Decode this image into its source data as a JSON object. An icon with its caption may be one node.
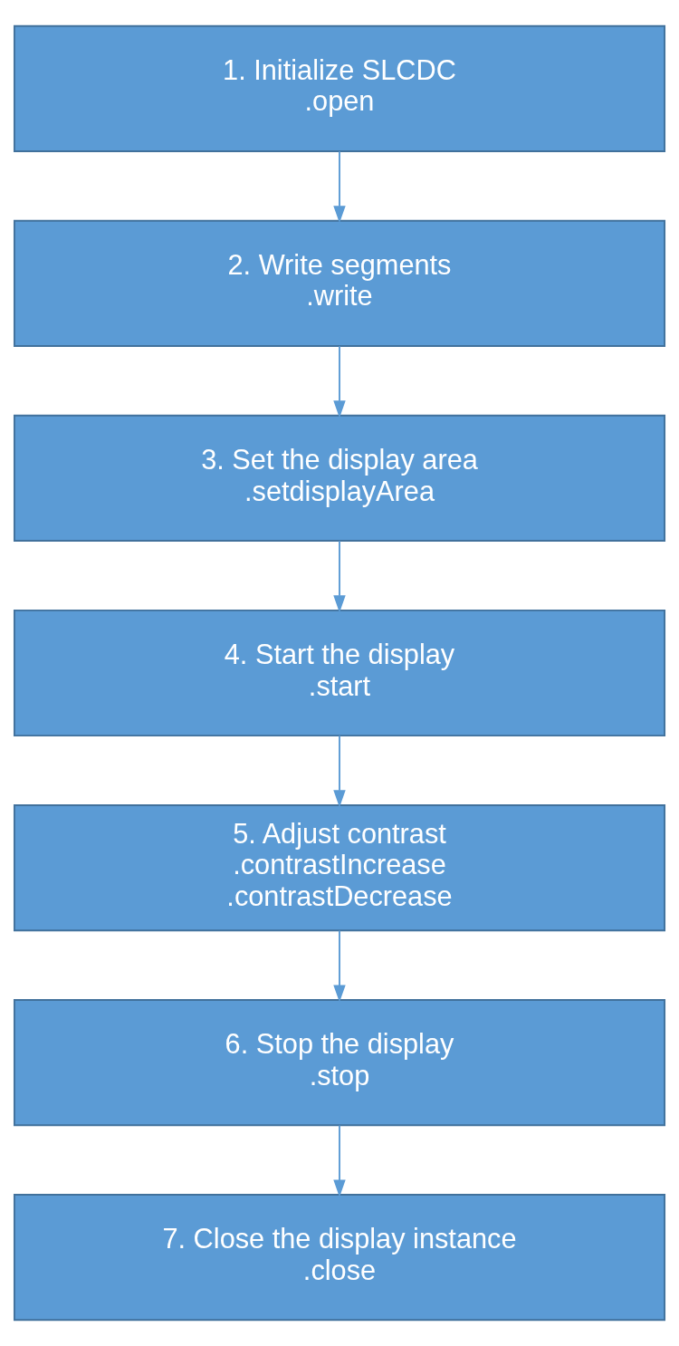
{
  "diagram": {
    "nodes": [
      {
        "text": [
          "1. Initialize SLCDC",
          ".open"
        ]
      },
      {
        "text": [
          "2. Write segments",
          ".write"
        ]
      },
      {
        "text": [
          "3. Set the display area",
          ".setdisplayArea"
        ]
      },
      {
        "text": [
          "4. Start the display",
          ".start"
        ]
      },
      {
        "text": [
          "5. Adjust contrast",
          ".contrastIncrease",
          ".contrastDecrease"
        ]
      },
      {
        "text": [
          "6. Stop the display",
          ".stop"
        ]
      },
      {
        "text": [
          "7. Close the display instance",
          ".close"
        ]
      }
    ],
    "edges": [
      {
        "from": 0,
        "to": 1,
        "arrow": "to"
      },
      {
        "from": 1,
        "to": 2,
        "arrow": "to"
      },
      {
        "from": 2,
        "to": 3,
        "arrow": "to"
      },
      {
        "from": 3,
        "to": 4,
        "arrow": "to"
      },
      {
        "from": 4,
        "to": 5,
        "arrow": "to"
      },
      {
        "from": 5,
        "to": 6,
        "arrow": "to"
      }
    ]
  }
}
